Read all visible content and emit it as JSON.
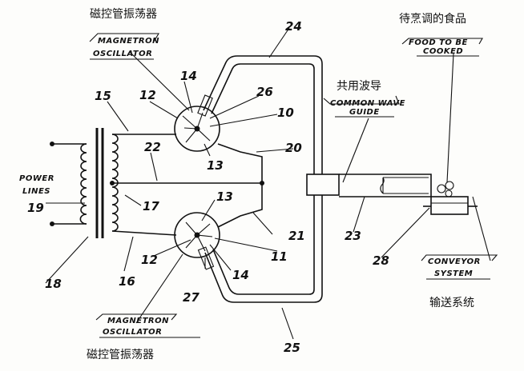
{
  "labels_cn": {
    "oscillator_top": "磁控管振荡器",
    "oscillator_bottom": "磁控管振荡器",
    "waveguide": "共用波导",
    "food": "待烹调的食品",
    "conveyor": "输送系统"
  },
  "labels_en": {
    "osc_top_1": "MAGNETRON",
    "osc_top_2": "OSCILLATOR",
    "osc_bot_1": "MAGNETRON",
    "osc_bot_2": "OSCILLATOR",
    "power_1": "POWER",
    "power_2": "LINES",
    "guide_1": "COMMON WAVE",
    "guide_2": "GUIDE",
    "food_1": "FOOD TO BE",
    "food_2": "COOKED",
    "conv_1": "CONVEYOR",
    "conv_2": "SYSTEM"
  },
  "refs": {
    "r10": "10",
    "r11": "11",
    "r12a": "12",
    "r12b": "12",
    "r13a": "13",
    "r13b": "13",
    "r14a": "14",
    "r14b": "14",
    "r15": "15",
    "r16": "16",
    "r17": "17",
    "r18": "18",
    "r19": "19",
    "r20": "20",
    "r21": "21",
    "r22": "22",
    "r23": "23",
    "r24": "24",
    "r25": "25",
    "r26": "26",
    "r27": "27",
    "r28": "28"
  }
}
